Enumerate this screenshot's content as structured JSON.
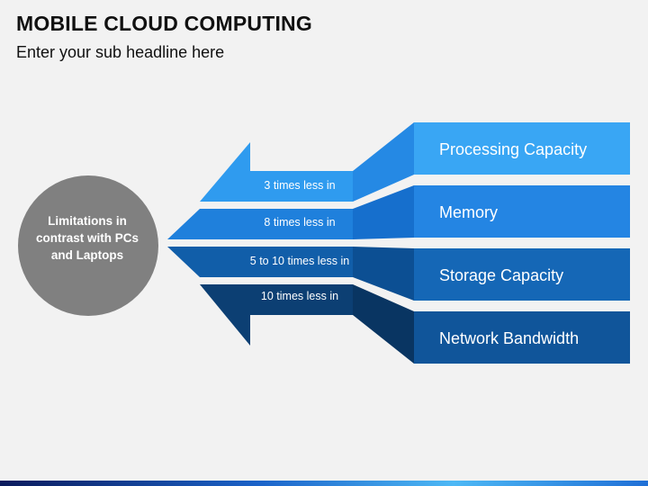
{
  "title": "MOBILE CLOUD COMPUTING",
  "subtitle": "Enter your sub headline here",
  "circle": {
    "label": "Limitations in contrast with PCs and Laptops",
    "color": "#808080"
  },
  "rows": [
    {
      "arrow_label": "3 times less in",
      "box_label": "Processing Capacity",
      "front_color": "#2f9bef",
      "side_color": "#2589e4",
      "box_color": "#39a6f4"
    },
    {
      "arrow_label": "8 times less in",
      "box_label": "Memory",
      "front_color": "#1f80dc",
      "side_color": "#166fcd",
      "box_color": "#2485e3"
    },
    {
      "arrow_label": "5 to 10 times less in",
      "box_label": "Storage Capacity",
      "front_color": "#115ea9",
      "side_color": "#0c4f93",
      "box_color": "#1567b6"
    },
    {
      "arrow_label": "10 times less in",
      "box_label": "Network Bandwidth",
      "front_color": "#0c3f73",
      "side_color": "#093562",
      "box_color": "#10559a"
    }
  ]
}
